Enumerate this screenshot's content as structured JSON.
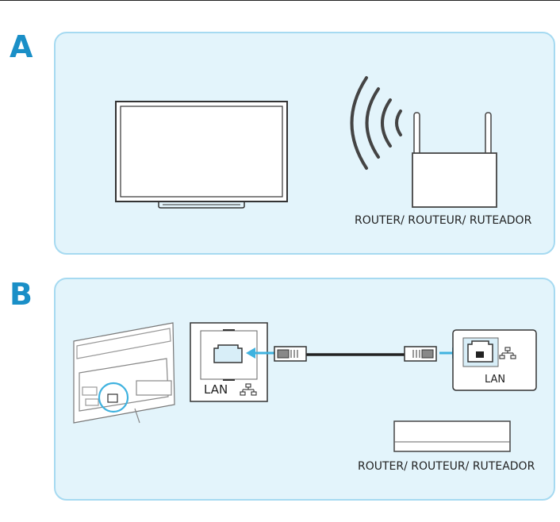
{
  "panels": [
    {
      "letter": "A",
      "router_label": "ROUTER/ ROUTEUR/ RUTEADOR"
    },
    {
      "letter": "B",
      "router_label": "ROUTER/ ROUTEUR/ RUTEADOR",
      "tv_port_label": "LAN",
      "router_port_label": "LAN"
    }
  ],
  "colors": {
    "accent": "#1a8fc7",
    "panel_fill": "#e3f4fb",
    "panel_border": "#a6daf1",
    "cable_arrow": "#3fb2df",
    "port_highlight": "#8fd1ec"
  },
  "icons": [
    "tv-icon",
    "wifi-waves-icon",
    "wireless-router-icon",
    "tv-rear-icon",
    "lan-port-icon",
    "network-icon",
    "ethernet-plug-icon",
    "router-box-icon"
  ]
}
